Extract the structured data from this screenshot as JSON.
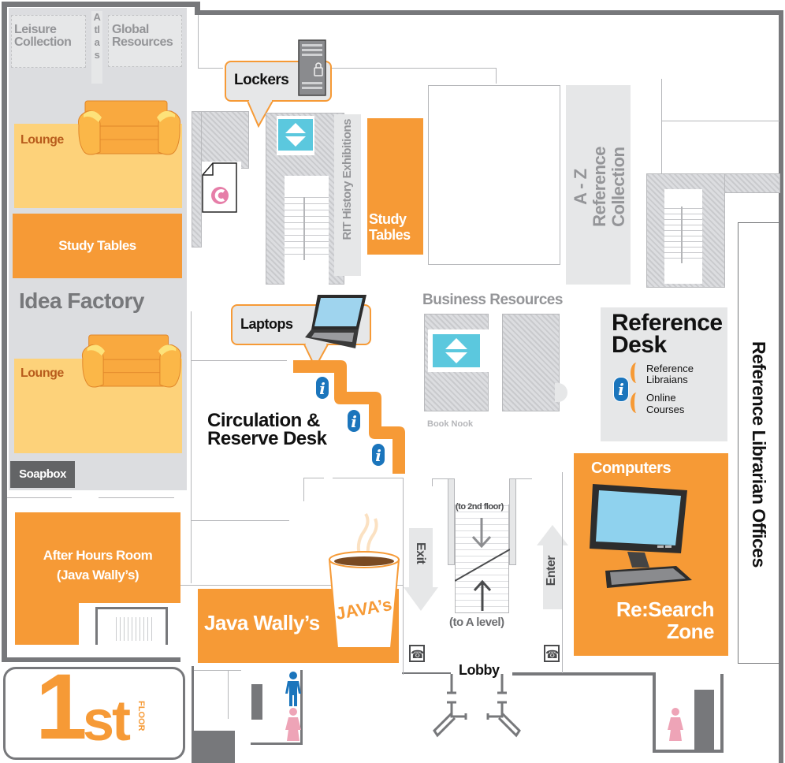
{
  "map": {
    "floor": {
      "number": "1",
      "suffix": "st",
      "word": "FLOOR"
    },
    "colors": {
      "accent": "#f69a36",
      "lounge": "#fdd27a",
      "zone_gray": "#dcdde0",
      "wall": "#77787b",
      "info_blue": "#1b75bc",
      "elevator": "#5bc8de",
      "women": "#eea4b7",
      "men": "#1b75bc"
    },
    "idea_factory": {
      "title": "Idea Factory",
      "leisure_collection": "Leisure Collection",
      "atlas": "Atlas",
      "global_resources": "Global Resources",
      "lounge_top": "Lounge",
      "study_tables": "Study Tables",
      "lounge_bottom": "Lounge",
      "soapbox": "Soapbox"
    },
    "lockers": "Lockers",
    "rit_history": "RIT History Exhibitions",
    "study_tables_center": "Study Tables",
    "az_reference": {
      "line1": "A - Z",
      "line2": "Reference",
      "line3": "Collection"
    },
    "business_resources": "Business Resources",
    "book_nook": "Book Nook",
    "reference_desk": {
      "title_line1": "Reference",
      "title_line2": "Desk",
      "items": [
        {
          "label_line1": "Reference",
          "label_line2": "Libraians"
        },
        {
          "label_line1": "Online",
          "label_line2": "Courses"
        }
      ]
    },
    "reference_librarian_offices": "Reference Librarian Offices",
    "laptops": "Laptops",
    "circulation": {
      "line1": "Circulation &",
      "line2": "Reserve Desk"
    },
    "info_glyph": "i",
    "after_hours": {
      "line1": "After Hours Room",
      "line2": "(Java Wally’s)"
    },
    "java_wallys": "Java Wally’s",
    "cup_logo": "JAVA’s",
    "exit": "Exit",
    "enter": "Enter",
    "to_2nd_floor": "(to 2nd floor)",
    "to_a_level": "(to A level)",
    "lobby": "Lobby",
    "computers": "Computers",
    "research_zone": {
      "line1": "Re:Search",
      "line2": "Zone"
    }
  }
}
